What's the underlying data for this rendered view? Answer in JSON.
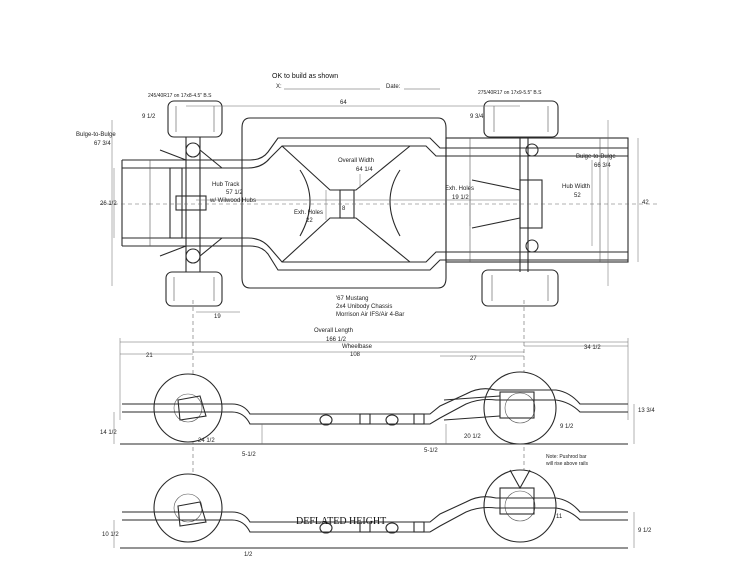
{
  "approval": {
    "line": "OK to build as shown",
    "x_label": "X:",
    "date_label": "Date:"
  },
  "top_view": {
    "front_tire_spec": "245/40R17 on 17x8-4.5\" B.S",
    "rear_tire_spec": "275/40R17 on 17x9-5.5\" B.S",
    "front_bulge_label": "Bulge-to-Bulge",
    "front_bulge_value": "67 3/4",
    "rear_bulge_label": "Bulge-to-Bulge",
    "rear_bulge_value": "66 3/4",
    "overall_width_label": "Overall Width",
    "overall_width_value": "64 1/4",
    "hub_track_label": "Hub Track",
    "hub_track_value": "57 1/2",
    "hub_note": "w/ Wilwood Hubs",
    "exh_holes_left_label": "Exh. Holes",
    "exh_holes_left_value": "22",
    "exh_holes_right_label": "Exh. Holes",
    "exh_holes_right_value": "19 1/2",
    "hub_width_label": "Hub Width",
    "hub_width_value": "52",
    "top_width": "64",
    "front_small": "9 1/2",
    "rear_small": "9 3/4",
    "left_dim": "26 1/2",
    "right_dim": "42",
    "center_dim": "8",
    "bottom_dim": "19",
    "car_info": [
      "'67 Mustang",
      "2x4 Unibody Chassis",
      "Morrison Air IFS/Air 4-Bar"
    ]
  },
  "side_view": {
    "overall_length_label": "Overall Length",
    "overall_length_value": "166 1/2",
    "wheelbase_label": "Wheelbase",
    "wheelbase_value": "108",
    "front_overhang": "21",
    "rear_axle_dim": "27",
    "rear_overhang": "34 1/2",
    "left_height": "14 1/2",
    "right_height": "13 3/4",
    "front_low": "24 1/2",
    "front_ground": "5-1/2",
    "rear_ground": "5-1/2",
    "rear_pinion": "20 1/2",
    "rear_note": "9 1/2",
    "note_text": [
      "Note: Pushrod bar",
      "will rise above rails"
    ]
  },
  "deflated_view": {
    "label": "DEFLATED HEIGHT",
    "left_height": "10 1/2",
    "right_height": "9 1/2",
    "bottom_left": "1/2",
    "mid_dim": "11"
  }
}
